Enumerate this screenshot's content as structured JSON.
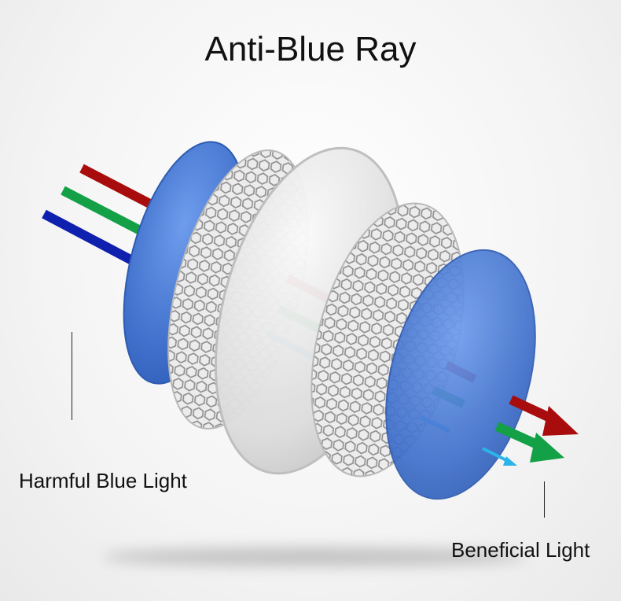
{
  "title": "Anti-Blue Ray",
  "labels": {
    "harmful": "Harmful Blue Light",
    "beneficial": "Beneficial Light"
  },
  "icons": [
    "blue-lens-icon",
    "mesh-layer-icon",
    "clear-lens-icon",
    "arrow-icon"
  ],
  "colors": {
    "red_ray": "#a80c0c",
    "green_ray": "#13a046",
    "blue_ray": "#0f1fae",
    "light_blue_ray": "#2cb4e8",
    "lens_blue": "#4d7fd6",
    "lens_clear": "#e4e4e4",
    "mesh": "#9a9a9a"
  }
}
